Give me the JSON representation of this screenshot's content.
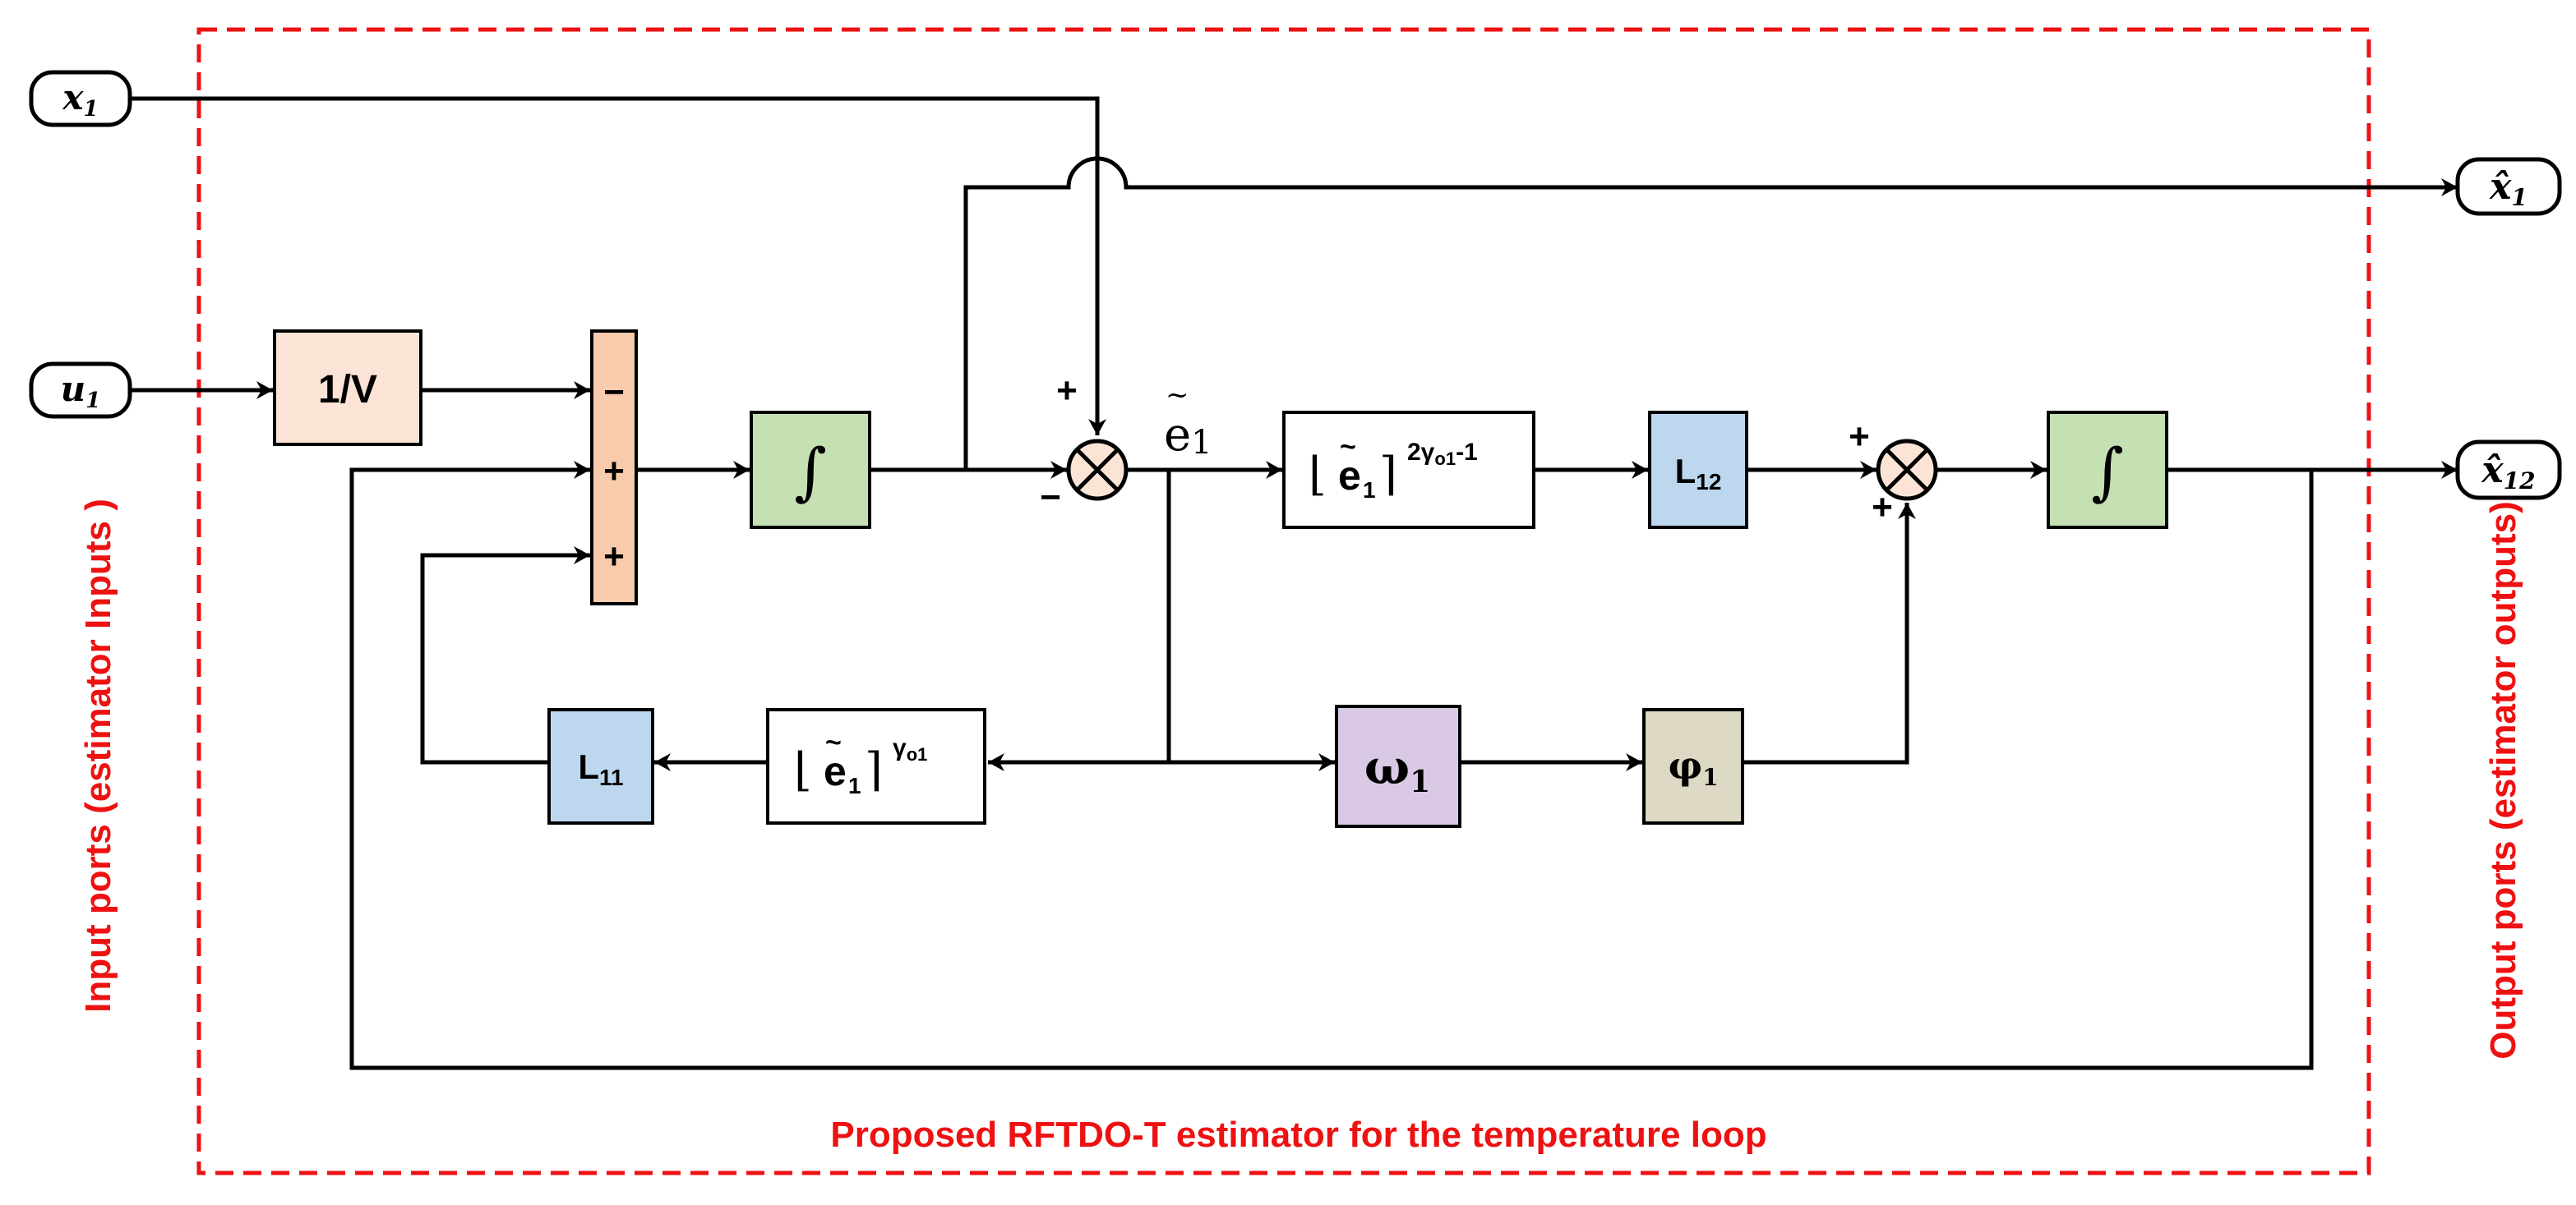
{
  "frame": {
    "title": "Proposed RFTDO-T estimator for the temperature loop",
    "left_label": "Input ports (estimator Inputs )",
    "right_label": "Output ports (estimator outputs)",
    "border_color": "#ee1111"
  },
  "ports": {
    "x1": {
      "sym": "x",
      "sub": "1"
    },
    "u1": {
      "sym": "u",
      "sub": "1"
    },
    "x1_hat": {
      "sym": "x̂",
      "sub": "1"
    },
    "x12_hat": {
      "sym": "x̂",
      "sub": "12"
    }
  },
  "blocks": {
    "inv_v": {
      "label": "1/V",
      "color": "#fbe4d5"
    },
    "sum_bar": {
      "signs": [
        "−",
        "+",
        "+"
      ],
      "color": "#f8cbad"
    },
    "integrator_1": {
      "label": "∫",
      "color": "#c5e0b3"
    },
    "integrator_2": {
      "label": "∫",
      "color": "#c5e0b3"
    },
    "power_2g": {
      "base": "e",
      "sub": "1",
      "exp": "2γ",
      "exp_sub": "o1",
      "exp_tail": "-1"
    },
    "power_g": {
      "base": "e",
      "sub": "1",
      "exp": "γ",
      "exp_sub": "o1"
    },
    "L12": {
      "label": "L",
      "sub": "12",
      "color": "#bdd7ee"
    },
    "L11": {
      "label": "L",
      "sub": "11",
      "color": "#bdd7ee"
    },
    "omega": {
      "label": "ω",
      "sub": "1",
      "color": "#d9c9e4"
    },
    "phi": {
      "label": "φ",
      "sub": "1",
      "color": "#ddd9c4"
    }
  },
  "junctions": {
    "j1": {
      "sign_top": "+",
      "sign_left": "−",
      "color": "#fbe4d5"
    },
    "j2": {
      "sign_top": "+",
      "sign_bottom": "+",
      "color": "#fbe4d5"
    }
  },
  "signals": {
    "error": {
      "sym": "e",
      "sub": "1"
    }
  }
}
